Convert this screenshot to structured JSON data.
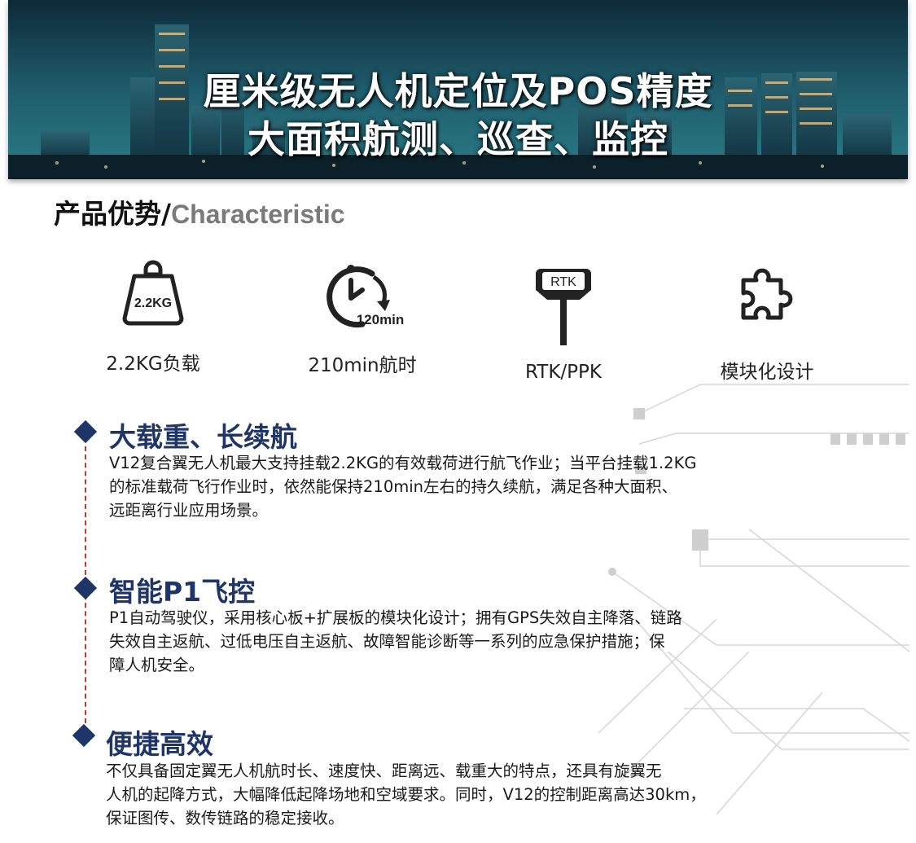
{
  "banner": {
    "line1": "厘米级无人机定位及POS精度",
    "line2": "大面积航测、巡查、监控"
  },
  "section": {
    "title_zh": "产品优势/",
    "title_en": "Characteristic"
  },
  "features": [
    {
      "label": "2.2KG负载",
      "icon": "weight-icon",
      "icon_text": "2.2KG"
    },
    {
      "label": "210min航时",
      "icon": "clock-icon",
      "icon_text": "120min"
    },
    {
      "label": "RTK/PPK",
      "icon": "rtk-antenna-icon",
      "icon_text": "RTK"
    },
    {
      "label": "模块化设计",
      "icon": "puzzle-icon"
    }
  ],
  "blocks": [
    {
      "title": "大载重、长续航",
      "lines": [
        "V12复合翼无人机最大支持挂载2.2KG的有效载荷进行航飞作业；当平台挂载1.2KG",
        "的标准载荷飞行作业时，依然能保持210min左右的持久续航，满足各种大面积、",
        "远距离行业应用场景。"
      ]
    },
    {
      "title": "智能P1飞控",
      "lines": [
        "P1自动驾驶仪，采用核心板+扩展板的模块化设计；拥有GPS失效自主降落、链路",
        "失效自主返航、过低电压自主返航、故障智能诊断等一系列的应急保护措施；保",
        "障人机安全。"
      ]
    },
    {
      "title": "便捷高效",
      "lines": [
        "不仅具备固定翼无人机航时长、速度快、距离远、载重大的特点，还具有旋翼无",
        "人机的起降方式，大幅降低起降场地和空域要求。同时，V12的控制距离高达30km，",
        "保证图传、数传链路的稳定接收。"
      ]
    }
  ],
  "colors": {
    "accent": "#1f3567",
    "timeline": "#c0392b",
    "circuit": "#d3d3d3"
  }
}
